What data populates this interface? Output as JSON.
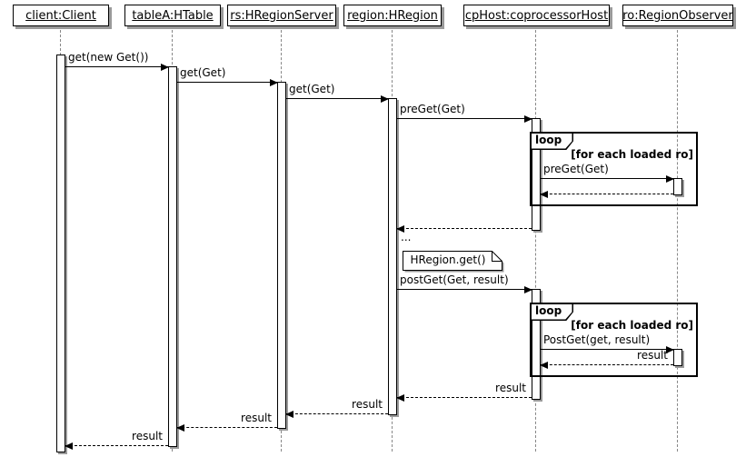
{
  "diagram": {
    "type": "uml-sequence",
    "participants": [
      {
        "label": "client:Client"
      },
      {
        "label": "tableA:HTable"
      },
      {
        "label": "rs:HRegionServer"
      },
      {
        "label": "region:HRegion"
      },
      {
        "label": "cpHost:coprocessorHost"
      },
      {
        "label": "ro:RegionObserver"
      }
    ],
    "messages": [
      {
        "label": "get(new Get())",
        "from": "client",
        "to": "tableA",
        "kind": "call"
      },
      {
        "label": "get(Get)",
        "from": "tableA",
        "to": "rs",
        "kind": "call"
      },
      {
        "label": "get(Get)",
        "from": "rs",
        "to": "region",
        "kind": "call"
      },
      {
        "label": "preGet(Get)",
        "from": "region",
        "to": "cpHost",
        "kind": "call"
      },
      {
        "label": "preGet(Get)",
        "from": "cpHost",
        "to": "ro",
        "kind": "call"
      },
      {
        "label": "",
        "from": "ro",
        "to": "cpHost",
        "kind": "return"
      },
      {
        "label": "",
        "from": "cpHost",
        "to": "region",
        "kind": "return"
      },
      {
        "label": "postGet(Get, result)",
        "from": "region",
        "to": "cpHost",
        "kind": "call"
      },
      {
        "label": "PostGet(get, result)",
        "from": "cpHost",
        "to": "ro",
        "kind": "call"
      },
      {
        "label": "result",
        "from": "ro",
        "to": "cpHost",
        "kind": "return"
      },
      {
        "label": "result",
        "from": "cpHost",
        "to": "region",
        "kind": "return"
      },
      {
        "label": "result",
        "from": "region",
        "to": "rs",
        "kind": "return"
      },
      {
        "label": "result",
        "from": "rs",
        "to": "tableA",
        "kind": "return"
      },
      {
        "label": "result",
        "from": "tableA",
        "to": "client",
        "kind": "return"
      }
    ],
    "fragments": [
      {
        "operator": "loop",
        "guard": "[for each loaded ro]"
      },
      {
        "operator": "loop",
        "guard": "[for each loaded ro]"
      }
    ],
    "note": {
      "text": "HRegion.get()"
    },
    "ellipsis": "...",
    "colors": {
      "border": "#000000",
      "fill": "#FEFEFE",
      "shadow": "#9A9A9A",
      "lifeline": "#888888"
    }
  }
}
